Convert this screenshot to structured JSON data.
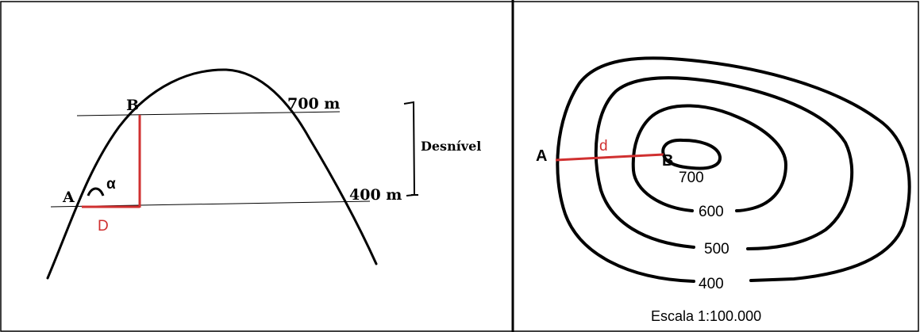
{
  "profile": {
    "point_a": "A",
    "point_b": "B",
    "angle": "α",
    "distance": "D",
    "upper_level": "700 m",
    "lower_level": "400 m",
    "height_difference": "Desnível"
  },
  "contour_map": {
    "point_a": "A",
    "point_b": "B",
    "distance": "d",
    "contours": [
      "700",
      "600",
      "500",
      "400"
    ],
    "scale": "Escala 1:100.000"
  },
  "colors": {
    "measure_red": "#d03030",
    "line_black": "#000000"
  }
}
